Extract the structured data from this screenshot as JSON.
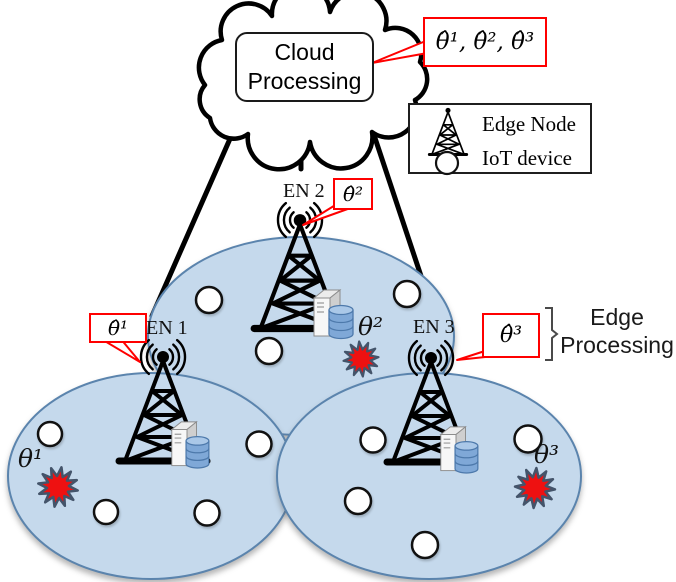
{
  "figure": {
    "cloud": {
      "label": "Cloud Processing"
    },
    "cloud_callout": {
      "label": "θ̂¹, θ̂², θ̂³"
    },
    "legend": {
      "items": [
        {
          "icon": "edge-node-tower-icon",
          "label": "Edge Node"
        },
        {
          "icon": "iot-device-circle-icon",
          "label": "IoT device"
        }
      ]
    },
    "edge_nodes": [
      {
        "name": "EN 1",
        "callout": "θ̂¹"
      },
      {
        "name": "EN 2",
        "callout": "θ̂²"
      },
      {
        "name": "EN 3",
        "callout": "θ̂³"
      }
    ],
    "events": [
      {
        "label": "θ¹"
      },
      {
        "label": "θ²"
      },
      {
        "label": "θ³"
      }
    ],
    "edge_processing_label": "Edge Processing",
    "colors": {
      "coverage_fill": "#c5d9ec",
      "coverage_stroke": "#5b84ad",
      "event_fill": "#ee1111",
      "event_stroke": "#44546a",
      "callout_stroke": "#ff0000",
      "line_color": "#000000"
    }
  }
}
